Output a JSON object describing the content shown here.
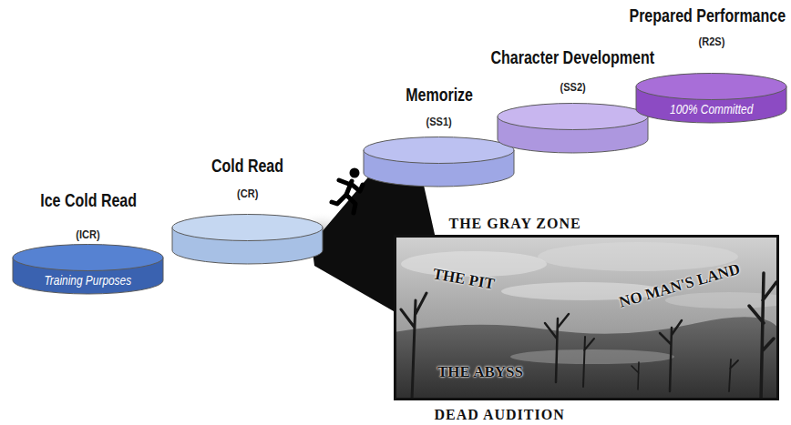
{
  "diagram": {
    "nodes": [
      {
        "text": [
          "Ice Cold Read",
          "(ICR)",
          "Training Purposes"
        ]
      },
      {
        "text": [
          "Cold Read",
          "(CR)"
        ]
      },
      {
        "text": [
          "Memorize",
          "(SS1)"
        ]
      },
      {
        "text": [
          "Character Development",
          "(SS2)"
        ]
      },
      {
        "text": [
          "Prepared Performance",
          "(R2S)",
          "100% Committed"
        ]
      },
      {
        "text": [
          "THE GRAY ZONE",
          "THE PIT",
          "NO MAN'S LAND",
          "THE ABYSS",
          "DEAD AUDITION"
        ]
      }
    ]
  }
}
